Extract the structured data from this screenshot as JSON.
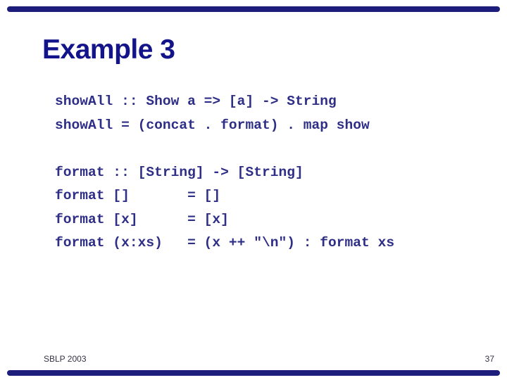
{
  "slide": {
    "title": "Example 3",
    "code_lines": [
      "showAll :: Show a => [a] -> String",
      "showAll = (concat . format) . map show",
      "",
      "format :: [String] -> [String]",
      "format []       = []",
      "format [x]      = [x]",
      "format (x:xs)   = (x ++ \"\\n\") : format xs"
    ],
    "footer": {
      "left_text": "SBLP 2003",
      "page_number": "37"
    },
    "colors": {
      "background": "#ffffff",
      "title_text": "#14148a",
      "code_text": "#2e2e87",
      "decor_bar": "#1d1d7c",
      "footer_text": "#333344"
    }
  }
}
